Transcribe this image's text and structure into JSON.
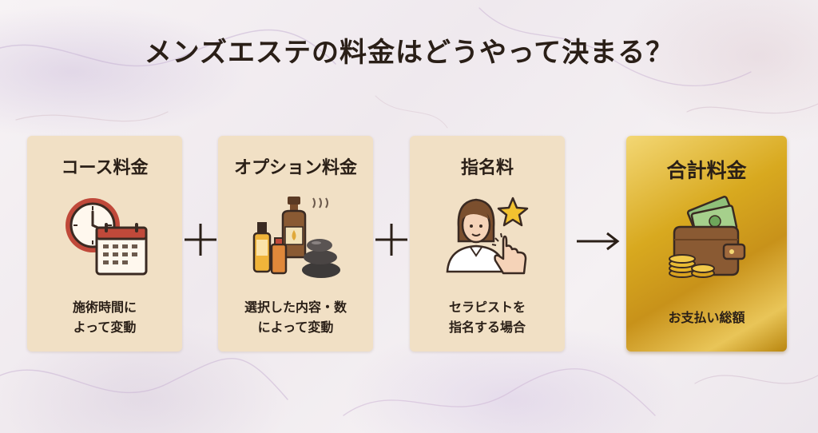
{
  "title": "メンズエステの料金はどうやって決まる？",
  "cards": [
    {
      "heading": "コース料金",
      "desc_lines": [
        "施術時間に",
        "よって変動"
      ],
      "icon": "clock-calendar-icon"
    },
    {
      "heading": "オプション料金",
      "desc_lines": [
        "選択した内容・数",
        "によって変動"
      ],
      "icon": "aroma-oil-stones-icon"
    },
    {
      "heading": "指名料",
      "desc_lines": [
        "セラピストを",
        "指名する場合"
      ],
      "icon": "therapist-star-pointer-icon"
    },
    {
      "heading": "合計料金",
      "desc_lines": [
        "お支払い総額"
      ],
      "icon": "wallet-money-coins-icon"
    }
  ],
  "operators": [
    "plus",
    "plus",
    "arrow"
  ],
  "colors": {
    "card_bg": "#f1e0c5",
    "total_gold": "#d8a91f",
    "text": "#2a1f17"
  }
}
